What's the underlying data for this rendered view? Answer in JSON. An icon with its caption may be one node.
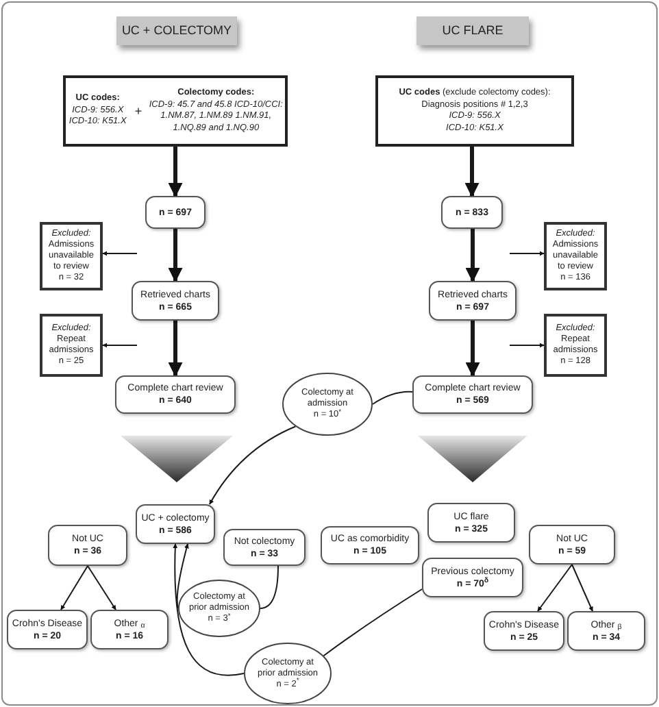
{
  "diagram": {
    "nodes": [
      {
        "text": [
          "UC + COLECTOMY"
        ]
      },
      {
        "text": [
          "UC codes:",
          "ICD-9: 556.X ICD-10: K51.X",
          "+",
          "Colectomy codes:",
          "ICD-9: 45.7 and 45.8 ICD-10/CCI: 1.NM.87, 1.NM.89 1.NM.91, 1.NQ.89 and 1.NQ.90"
        ]
      },
      {
        "text": [
          "UC FLARE"
        ]
      },
      {
        "text": [
          "**UC  codes** (exclude colectomy codes):",
          "Diagnosis positions # 1,2,3",
          "ICD-9: 556.X",
          "ICD-10: K51.X"
        ]
      },
      {
        "text": [
          "n = 697"
        ]
      },
      {
        "text": [
          "Excluded:",
          "Admissions unavailable to review",
          "n = 32"
        ]
      },
      {
        "text": [
          "Retrieved charts",
          "n = 665"
        ]
      },
      {
        "text": [
          "Excluded:",
          "Repeat admissions",
          "n = 25"
        ]
      },
      {
        "text": [
          "Complete chart review",
          "n = 640"
        ]
      },
      {
        "text": [
          "n = 833"
        ]
      },
      {
        "text": [
          "Excluded:",
          "Admissions unavailable to review",
          "n = 136"
        ]
      },
      {
        "text": [
          "Retrieved charts",
          "n = 697"
        ]
      },
      {
        "text": [
          "Excluded:",
          "Repeat admissions",
          "n = 128"
        ]
      },
      {
        "text": [
          "Complete chart review",
          "n = 569"
        ]
      },
      {
        "text": [
          "Colectomy at admission",
          "n = 10$^{*}$"
        ]
      },
      {
        "text": [
          "UC + colectomy",
          "n = 586"
        ]
      },
      {
        "text": [
          "Not UC",
          "n = 36"
        ]
      },
      {
        "text": [
          "Not colectomy",
          "n = 33"
        ]
      },
      {
        "text": [
          "Colectomy at prior admission",
          "n = 3$^{*}$"
        ]
      },
      {
        "text": [
          "Crohn's Disease",
          "n = 20"
        ]
      },
      {
        "text": [
          "Other $_{α}$",
          "n = 16"
        ]
      },
      {
        "text": [
          "Colectomy at prior admission",
          "n = 2$^{*}$"
        ]
      },
      {
        "text": [
          "UC as comorbidity",
          "n = 105"
        ]
      },
      {
        "text": [
          "UC flare",
          "n = 325"
        ]
      },
      {
        "text": [
          "Previous colectomy",
          "n = 70$^{δ}$"
        ]
      },
      {
        "text": [
          "Not UC",
          "n = 59"
        ]
      },
      {
        "text": [
          "Crohn's Disease",
          "n = 25"
        ]
      },
      {
        "text": [
          "Other $_{β}$",
          "n = 34"
        ]
      },
      {
        "text": [],
        "shape": "triangle"
      },
      {
        "text": [],
        "shape": "triangle"
      }
    ],
    "edges": [
      {
        "from": 1,
        "to": 4,
        "arrow": "to",
        "style": "thick"
      },
      {
        "from": 4,
        "to": 6,
        "arrow": "to",
        "style": "thick"
      },
      {
        "from": null,
        "to": 5,
        "arrow": "to"
      },
      {
        "from": 6,
        "to": 8,
        "arrow": "to",
        "style": "thick"
      },
      {
        "from": null,
        "to": 7,
        "arrow": "to"
      },
      {
        "from": 3,
        "to": 9,
        "arrow": "to",
        "style": "thick"
      },
      {
        "from": 9,
        "to": 11,
        "arrow": "to",
        "style": "thick"
      },
      {
        "from": null,
        "to": 10,
        "arrow": "to"
      },
      {
        "from": 11,
        "to": 13,
        "arrow": "to",
        "style": "thick"
      },
      {
        "from": null,
        "to": 12,
        "arrow": "to"
      },
      {
        "from": 13,
        "to": 14,
        "arrow": "none"
      },
      {
        "from": 14,
        "to": 15,
        "arrow": "to"
      },
      {
        "from": 16,
        "to": 19,
        "arrow": "to"
      },
      {
        "from": 16,
        "to": 20,
        "arrow": "to"
      },
      {
        "from": 17,
        "to": 18,
        "arrow": "none"
      },
      {
        "from": 18,
        "to": 15,
        "arrow": "to"
      },
      {
        "from": 24,
        "to": 21,
        "arrow": "none"
      },
      {
        "from": 21,
        "to": 15,
        "arrow": "to"
      },
      {
        "from": 25,
        "to": 26,
        "arrow": "to"
      },
      {
        "from": 25,
        "to": 27,
        "arrow": "to"
      }
    ]
  }
}
